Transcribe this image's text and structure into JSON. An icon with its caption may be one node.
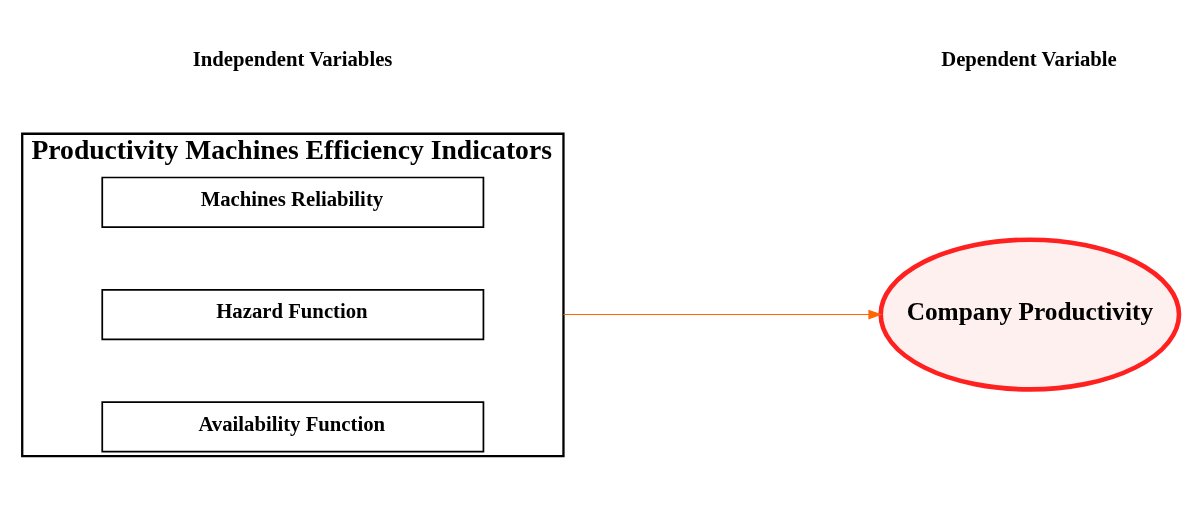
{
  "diagram": {
    "nodes": [
      {
        "text": [
          "Productivity Machines Efficiency Indicators"
        ]
      },
      {
        "text": [
          "Machines Reliability"
        ],
        "in": 0
      },
      {
        "text": [
          "Hazard Function"
        ],
        "in": 0
      },
      {
        "text": [
          "Availability Function"
        ],
        "in": 0
      },
      {
        "text": [
          "Company Productivity"
        ]
      }
    ],
    "edges": [
      {
        "from": 0,
        "to": 4,
        "arrow": "to",
        "color": "#ff6600"
      }
    ],
    "labels": [
      "Independent Variables",
      "Dependent Variable"
    ]
  }
}
